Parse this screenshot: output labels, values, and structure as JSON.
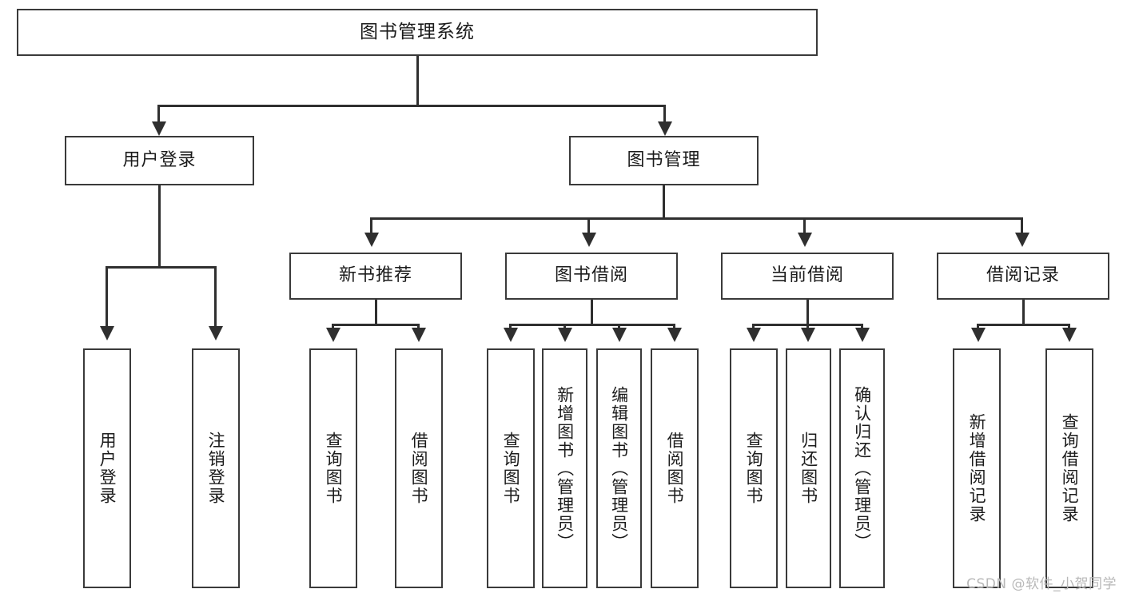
{
  "diagram": {
    "title": "图书管理系统",
    "watermark": "CSDN @软件_小贺同学",
    "colors": {
      "box_border": "#3a3a3a",
      "connector": "#2f2f2f",
      "background": "#ffffff",
      "text": "#1b1b1b",
      "watermark": "#b8b8b8"
    },
    "level1": {
      "label": "图书管理系统"
    },
    "level2": [
      {
        "label": "用户登录"
      },
      {
        "label": "图书管理"
      }
    ],
    "level3": [
      {
        "label": "新书推荐"
      },
      {
        "label": "图书借阅"
      },
      {
        "label": "当前借阅"
      },
      {
        "label": "借阅记录"
      }
    ],
    "leaves": {
      "user_login": [
        {
          "label": "用户登录"
        },
        {
          "label": "注销登录"
        }
      ],
      "new_book_recommend": [
        {
          "label": "查询图书"
        },
        {
          "label": "借阅图书"
        }
      ],
      "book_borrow": [
        {
          "label": "查询图书"
        },
        {
          "label": "新增图书（管理员）"
        },
        {
          "label": "编辑图书（管理员）"
        },
        {
          "label": "借阅图书"
        }
      ],
      "current_borrow": [
        {
          "label": "查询图书"
        },
        {
          "label": "归还图书"
        },
        {
          "label": "确认归还（管理员）"
        }
      ],
      "borrow_record": [
        {
          "label": "新增借阅记录"
        },
        {
          "label": "查询借阅记录"
        }
      ]
    }
  }
}
